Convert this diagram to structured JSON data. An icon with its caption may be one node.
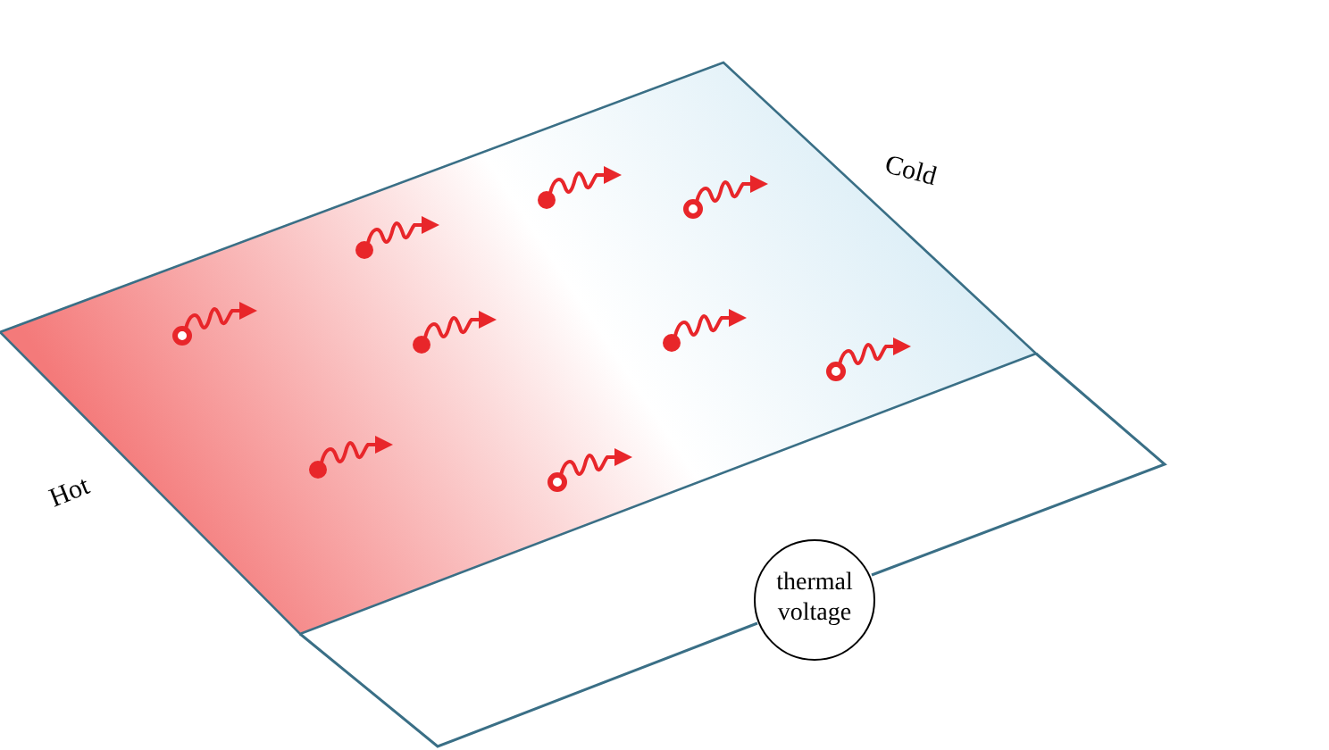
{
  "diagram": {
    "nodes": [
      {
        "text": [],
        "shape": "box"
      },
      {
        "text": [
          "thermal voltage"
        ]
      }
    ],
    "edges": [
      {
        "from": 0,
        "to": 1,
        "arrow": "none"
      },
      {
        "from": 1,
        "to": 0,
        "arrow": "none"
      }
    ],
    "labels": [
      "Cold",
      "Hot"
    ]
  }
}
